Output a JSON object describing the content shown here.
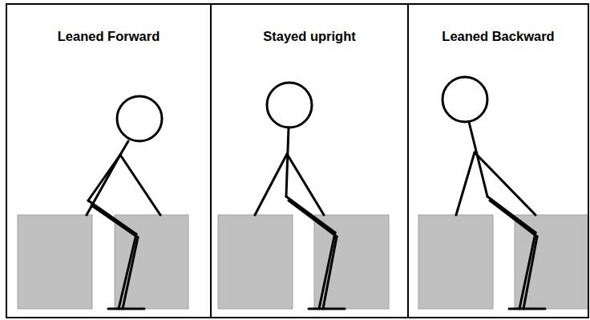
{
  "diagram": {
    "nodes": [
      {
        "text": [
          "Leaned Forward"
        ]
      },
      {
        "text": [
          "Stayed upright"
        ]
      },
      {
        "text": [
          "Leaned Backward"
        ]
      }
    ]
  }
}
